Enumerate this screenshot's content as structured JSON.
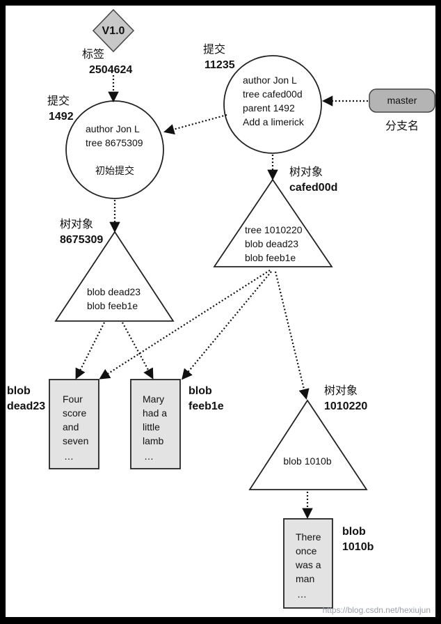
{
  "tag": {
    "shape_label": "V1.0",
    "kind_label": "标签",
    "id": "2504624"
  },
  "commit_new": {
    "kind_label": "提交",
    "id": "11235",
    "lines": [
      "author Jon L",
      "tree cafed00d",
      "parent 1492",
      "Add a limerick"
    ]
  },
  "commit_old": {
    "kind_label": "提交",
    "id": "1492",
    "lines": [
      "author Jon L",
      "tree 8675309",
      "",
      "初始提交"
    ]
  },
  "branch": {
    "name": "master",
    "kind_label": "分支名"
  },
  "tree_cafed00d": {
    "kind_label": "树对象",
    "id": "cafed00d",
    "lines": [
      "tree 1010220",
      "blob dead23",
      "blob feeb1e"
    ]
  },
  "tree_8675309": {
    "kind_label": "树对象",
    "id": "8675309",
    "lines": [
      "blob dead23",
      "blob feeb1e"
    ]
  },
  "tree_1010220": {
    "kind_label": "树对象",
    "id": "1010220",
    "lines": [
      "blob 1010b"
    ]
  },
  "blob_dead23": {
    "kind_label": "blob",
    "id": "dead23",
    "lines": [
      "Four",
      "score",
      "and",
      "seven",
      "…"
    ]
  },
  "blob_feeb1e": {
    "kind_label": "blob",
    "id": "feeb1e",
    "lines": [
      "Mary",
      "had a",
      "little",
      "lamb",
      "…"
    ]
  },
  "blob_1010b": {
    "kind_label": "blob",
    "id": "1010b",
    "lines": [
      "There",
      "once",
      "was a",
      "man",
      "…"
    ]
  },
  "watermark": "https://blog.csdn.net/hexiujun"
}
